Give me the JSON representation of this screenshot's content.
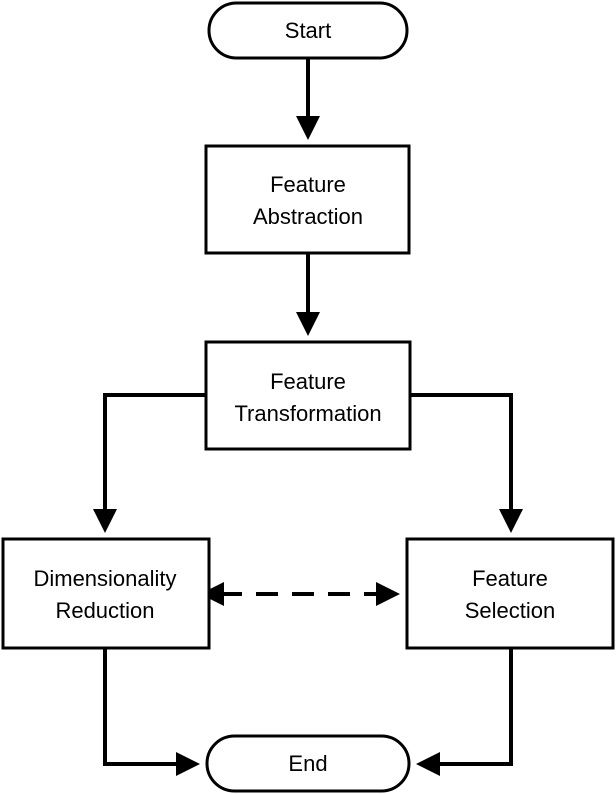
{
  "diagram": {
    "nodes": {
      "start": {
        "lines": [
          "Start"
        ]
      },
      "feature_abstraction": {
        "lines": [
          "Feature",
          "Abstraction"
        ]
      },
      "feature_transformation": {
        "lines": [
          "Feature",
          "Transformation"
        ]
      },
      "dimensionality_reduction": {
        "lines": [
          "Dimensionality",
          "Reduction"
        ]
      },
      "feature_selection": {
        "lines": [
          "Feature",
          "Selection"
        ]
      },
      "end": {
        "lines": [
          "End"
        ]
      }
    },
    "edges": [
      {
        "from": "start",
        "to": "feature_abstraction",
        "style": "solid"
      },
      {
        "from": "feature_abstraction",
        "to": "feature_transformation",
        "style": "solid"
      },
      {
        "from": "feature_transformation",
        "to": "dimensionality_reduction",
        "style": "solid"
      },
      {
        "from": "feature_transformation",
        "to": "feature_selection",
        "style": "solid"
      },
      {
        "from": "dimensionality_reduction",
        "to": "feature_selection",
        "style": "dashed",
        "bidirectional": true
      },
      {
        "from": "dimensionality_reduction",
        "to": "end",
        "style": "solid"
      },
      {
        "from": "feature_selection",
        "to": "end",
        "style": "solid"
      }
    ],
    "colors": {
      "stroke": "#000000",
      "fill": "#ffffff",
      "text": "#000000"
    }
  }
}
